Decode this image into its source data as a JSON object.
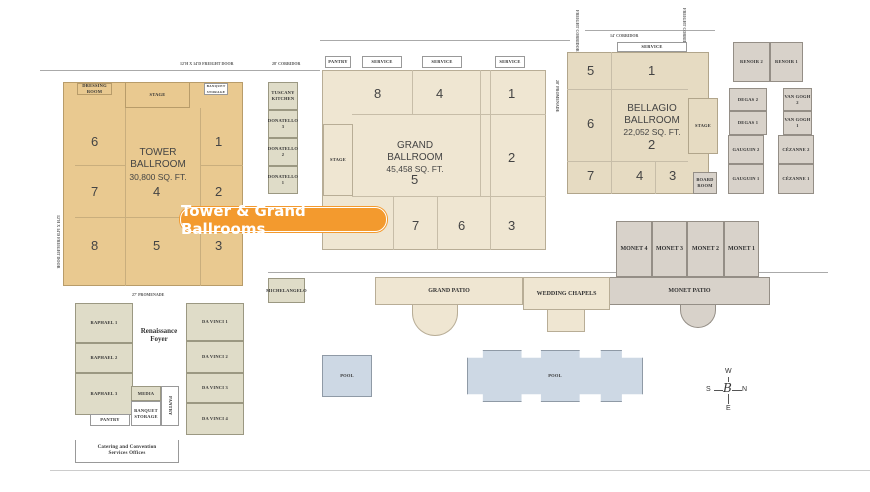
{
  "highlight_label": "Tower & Grand Ballrooms",
  "corridors": {
    "freight_door_top": "12'H x 14'D Freight Door",
    "corridor_28": "28' corridor",
    "corridor_14": "14' corridor",
    "promenade_28": "28' promenade",
    "promenade_27": "27' promenade",
    "freight_door_left": "12'H x 14'D Freight Door",
    "freight_corridor_1": "Freight Corridor",
    "freight_corridor_2": "Freight Corridor"
  },
  "tower": {
    "name": "TOWER BALLROOM",
    "area": "30,800 SQ. FT.",
    "sections": [
      "1",
      "2",
      "3",
      "4",
      "5",
      "6",
      "7",
      "8"
    ],
    "stage": "Stage",
    "dressing": "Dressing Room",
    "storage": "Banquet Storage"
  },
  "tuscany": {
    "kitchen": "Tuscany Kitchen",
    "rooms": [
      "Donatello 3",
      "Donatello 2",
      "Donatello 1"
    ]
  },
  "grand": {
    "name": "GRAND BALLROOM",
    "area": "45,458 SQ. FT.",
    "sections": [
      "1",
      "2",
      "3",
      "4",
      "5",
      "6",
      "7",
      "8"
    ],
    "stage": "Stage",
    "pantry": "Pantry",
    "service": "Service"
  },
  "bellagio": {
    "name": "BELLAGIO BALLROOM",
    "area": "22,052 SQ. FT.",
    "sections": [
      "1",
      "2",
      "3",
      "4",
      "5",
      "6",
      "7"
    ],
    "stage": "Stage",
    "board": "Board Room",
    "service": "Service"
  },
  "small_rooms": {
    "renoir2": "Renoir 2",
    "renoir1": "Renoir 1",
    "degas2": "Degas 2",
    "degas1": "Degas 1",
    "vangogh2": "Van Gogh 2",
    "vangogh1": "Van Gogh 1",
    "gauguin2": "Gauguin 2",
    "gauguin1": "Gauguin 1",
    "cezanne2": "Cézanne 2",
    "cezanne1": "Cézanne 1"
  },
  "monet": {
    "rooms": [
      "Monet 4",
      "Monet 3",
      "Monet 2",
      "Monet 1"
    ],
    "patio": "Monet Patio"
  },
  "grand_patio": "Grand Patio",
  "wedding": "Wedding Chapels",
  "michelangelo": "Michelangelo",
  "renaissance": {
    "foyer": "Renaissance Foyer",
    "raphael": [
      "Raphael 1",
      "Raphael 2",
      "Raphael 3"
    ],
    "davinci": [
      "Da Vinci 1",
      "Da Vinci 2",
      "Da Vinci 3",
      "Da Vinci 4"
    ],
    "media": "Media",
    "pantry": "Pantry",
    "storage": "Banquet Storage",
    "pantry2": "Pantry"
  },
  "offices": "Catering and Convention Services Offices",
  "pools": [
    "Pool",
    "Pool"
  ],
  "compass": {
    "w": "W",
    "n": "N",
    "e": "E",
    "s": "S",
    "logo": "B"
  }
}
